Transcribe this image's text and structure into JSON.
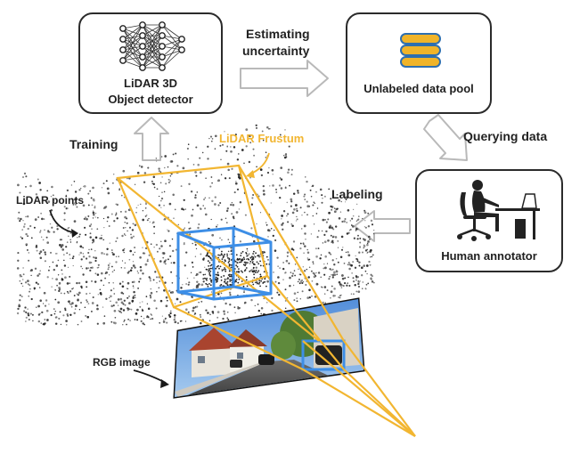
{
  "detector": {
    "line1": "LiDAR 3D",
    "line2": "Object detector",
    "icon": "neural-network-icon"
  },
  "pool": {
    "label": "Unlabeled data pool",
    "icon": "database-icon"
  },
  "annotator": {
    "label": "Human annotator",
    "icon": "person-at-desk-icon"
  },
  "steps": {
    "estimating_line1": "Estimating",
    "estimating_line2": "uncertainty",
    "querying": "Querying data",
    "labeling": "Labeling",
    "training": "Training"
  },
  "annotations": {
    "frustum": "LiDAR Frustum",
    "lidar_points": "LiDAR points",
    "rgb_image": "RGB image"
  },
  "colors": {
    "frustum": "#F2B631",
    "bbox": "#3D8EE6",
    "arrow_fill": "#ffffff",
    "arrow_stroke": "#b9b9b9",
    "database": "#F0B429",
    "database_stroke": "#2E6FAF"
  }
}
